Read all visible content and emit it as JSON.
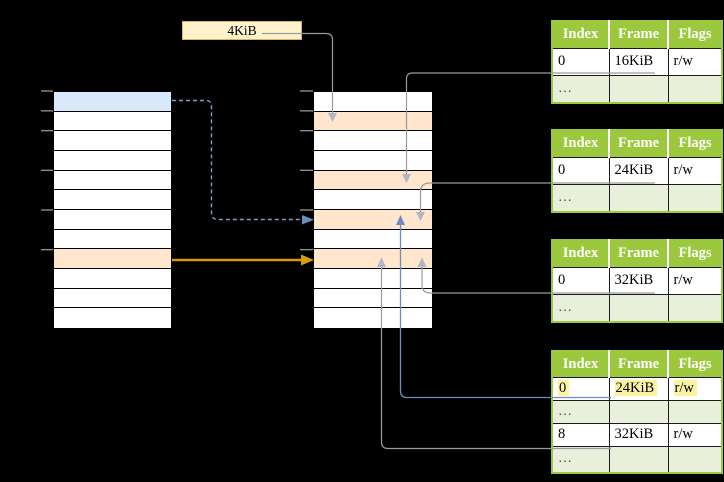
{
  "box_4kib": {
    "label": "4KiB"
  },
  "colors": {
    "yellow_fill": "#FFF2CC",
    "yellow_border": "#D6B656",
    "highlight": "#FCF3A1",
    "green_header": "#9BC83C",
    "green_light": "#E9F0D9",
    "fill_blue": "#DAE8FC",
    "fill_orange": "#FFE6CC",
    "fill_white": "#FFFFFF",
    "gray_line": "#9B9B9B",
    "gray_head": "#AEB6C8",
    "blue": "#6C8EBF",
    "blue_dash": "#7E9CC9",
    "orange": "#D79B00",
    "tick": "#8C8C8C"
  },
  "left_page_table": {
    "row_fills": [
      "fill_blue",
      "fill_white",
      "fill_white",
      "fill_white",
      "fill_white",
      "fill_white",
      "fill_white",
      "fill_white",
      "fill_orange",
      "fill_white",
      "fill_white",
      "fill_white"
    ],
    "tick_rows": [
      0,
      1,
      2,
      4,
      6,
      8
    ]
  },
  "middle_page_table": {
    "row_fills": [
      "fill_white",
      "fill_orange",
      "fill_white",
      "fill_white",
      "fill_orange",
      "fill_white",
      "fill_orange",
      "fill_white",
      "fill_orange",
      "fill_white",
      "fill_white",
      "fill_white"
    ],
    "tick_rows": [
      0,
      1,
      2,
      4,
      6,
      8
    ]
  },
  "frame_tables": [
    {
      "name": "frame-table-16kib",
      "headers": [
        "Index",
        "Frame",
        "Flags"
      ],
      "rows": [
        {
          "cells": [
            "0",
            "16KiB",
            "r/w"
          ]
        },
        {
          "cells": [
            "…",
            "",
            ""
          ]
        }
      ]
    },
    {
      "name": "frame-table-24kib",
      "headers": [
        "Index",
        "Frame",
        "Flags"
      ],
      "rows": [
        {
          "cells": [
            "0",
            "24KiB",
            "r/w"
          ]
        },
        {
          "cells": [
            "…",
            "",
            ""
          ]
        }
      ]
    },
    {
      "name": "frame-table-32kib",
      "headers": [
        "Index",
        "Frame",
        "Flags"
      ],
      "rows": [
        {
          "cells": [
            "0",
            "32KiB",
            "r/w"
          ]
        },
        {
          "cells": [
            "…",
            "",
            ""
          ]
        }
      ]
    },
    {
      "name": "frame-table-level2",
      "headers": [
        "Index",
        "Frame",
        "Flags"
      ],
      "rows": [
        {
          "cells": [
            "0",
            "24KiB",
            "r/w"
          ],
          "highlighted": true
        },
        {
          "cells": [
            "…",
            "",
            ""
          ]
        },
        {
          "cells": [
            "8",
            "32KiB",
            "r/w"
          ]
        },
        {
          "cells": [
            "…",
            "",
            ""
          ]
        }
      ]
    }
  ]
}
